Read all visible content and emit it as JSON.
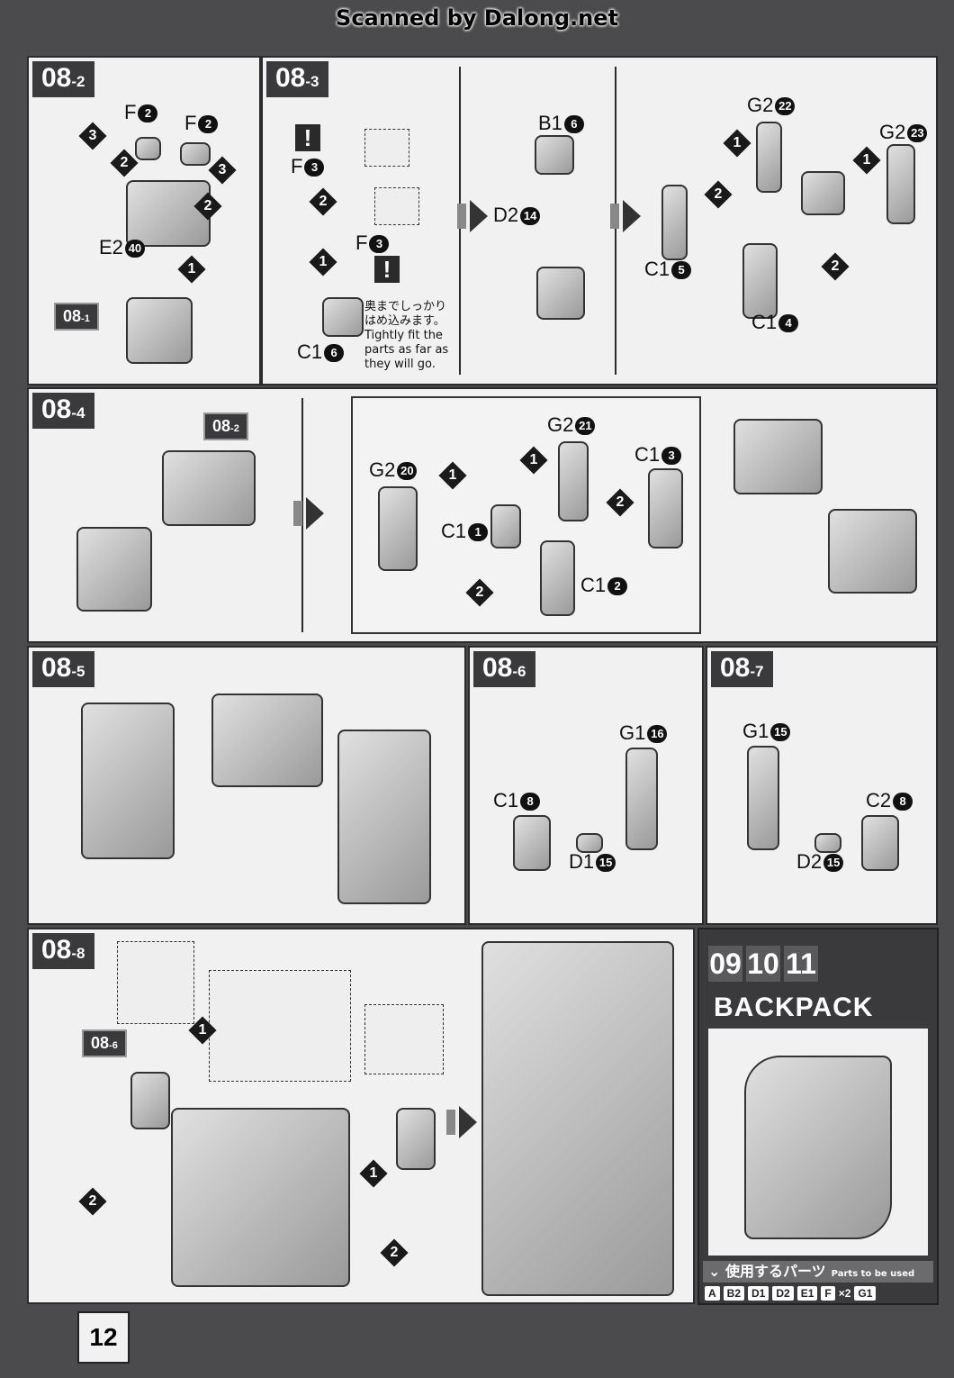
{
  "watermark": "Scanned by Dalong.net",
  "page_number": "12",
  "p82": {
    "title": "08",
    "sub": "-2",
    "ref": {
      "t": "08",
      "s": "-1"
    },
    "parts": [
      {
        "c": "F",
        "n": "2"
      },
      {
        "c": "F",
        "n": "2"
      },
      {
        "c": "E2",
        "n": "40"
      }
    ],
    "steps": [
      "3",
      "2",
      "2",
      "3",
      "1"
    ]
  },
  "p83": {
    "title": "08",
    "sub": "-3",
    "warn": "!",
    "parts": [
      {
        "c": "F",
        "n": "3"
      },
      {
        "c": "F",
        "n": "3"
      },
      {
        "c": "C1",
        "n": "6"
      },
      {
        "c": "B1",
        "n": "6"
      },
      {
        "c": "D2",
        "n": "14"
      },
      {
        "c": "G2",
        "n": "22"
      },
      {
        "c": "G2",
        "n": "23"
      },
      {
        "c": "C1",
        "n": "5"
      },
      {
        "c": "C1",
        "n": "4"
      }
    ],
    "steps": [
      "2",
      "1",
      "1",
      "2",
      "1",
      "2"
    ],
    "note_jp": "奥までしっかりはめ込みます。",
    "note_en": "Tightly fit the parts as far as they will go."
  },
  "p84": {
    "title": "08",
    "sub": "-4",
    "ref": {
      "t": "08",
      "s": "-2"
    },
    "parts": [
      {
        "c": "G2",
        "n": "20"
      },
      {
        "c": "G2",
        "n": "21"
      },
      {
        "c": "C1",
        "n": "3"
      },
      {
        "c": "C1",
        "n": "1"
      },
      {
        "c": "C1",
        "n": "2"
      }
    ],
    "steps": [
      "1",
      "1",
      "2",
      "2"
    ]
  },
  "p85": {
    "title": "08",
    "sub": "-5"
  },
  "p86": {
    "title": "08",
    "sub": "-6",
    "parts": [
      {
        "c": "G1",
        "n": "16"
      },
      {
        "c": "C1",
        "n": "8"
      },
      {
        "c": "D1",
        "n": "15"
      }
    ]
  },
  "p87": {
    "title": "08",
    "sub": "-7",
    "parts": [
      {
        "c": "G1",
        "n": "15"
      },
      {
        "c": "C2",
        "n": "8"
      },
      {
        "c": "D2",
        "n": "15"
      }
    ]
  },
  "p88": {
    "title": "08",
    "sub": "-8",
    "ref": {
      "t": "08",
      "s": "-6"
    },
    "steps": [
      "1",
      "2",
      "1",
      "2"
    ]
  },
  "backpack": {
    "steps": [
      "09",
      "10",
      "11"
    ],
    "title": "BACKPACK",
    "parts_jp": "使用するパーツ",
    "parts_en": "Parts to be used",
    "chips": [
      "A",
      "B2",
      "D1",
      "D2",
      "E1",
      "F",
      "G1"
    ],
    "multiplier": "×2"
  }
}
